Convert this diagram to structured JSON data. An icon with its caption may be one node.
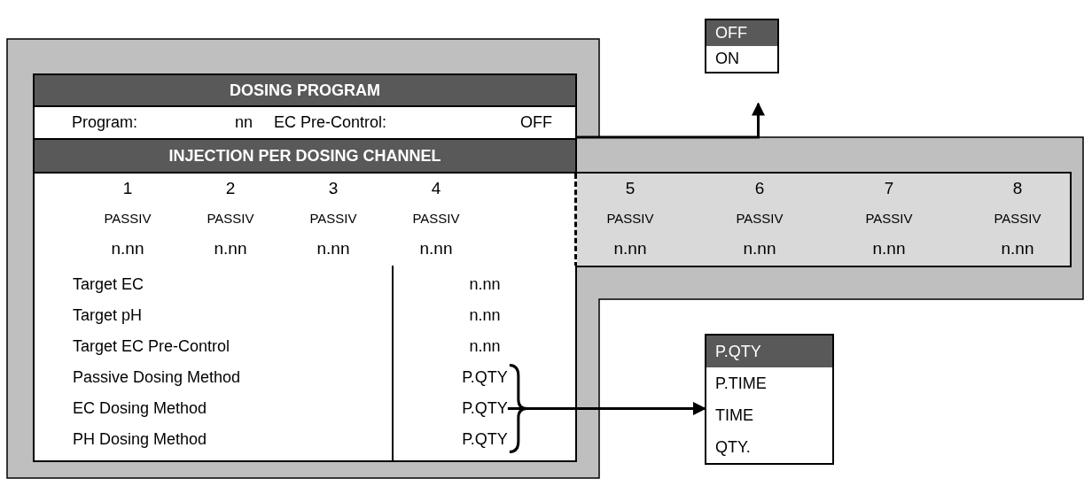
{
  "diagram": {
    "nodes": [
      {
        "text": [
          "DOSING PROGRAM"
        ]
      },
      {
        "text": [
          "Program:",
          "nn"
        ]
      },
      {
        "text": [
          "EC Pre-Control:",
          "OFF"
        ]
      },
      {
        "text": [
          "INJECTION PER DOSING CHANNEL"
        ]
      },
      {
        "text": [
          "1",
          "PASSIV",
          "n.nn"
        ]
      },
      {
        "text": [
          "2",
          "PASSIV",
          "n.nn"
        ]
      },
      {
        "text": [
          "3",
          "PASSIV",
          "n.nn"
        ]
      },
      {
        "text": [
          "4",
          "PASSIV",
          "n.nn"
        ]
      },
      {
        "text": [
          "5",
          "PASSIV",
          "n.nn"
        ]
      },
      {
        "text": [
          "6",
          "PASSIV",
          "n.nn"
        ]
      },
      {
        "text": [
          "7",
          "PASSIV",
          "n.nn"
        ]
      },
      {
        "text": [
          "8",
          "PASSIV",
          "n.nn"
        ]
      },
      {
        "text": [
          "Target EC",
          "Target pH",
          "Target EC Pre-Control",
          "Passive Dosing Method",
          "EC Dosing Method",
          "PH Dosing Method"
        ]
      },
      {
        "text": [
          "n.nn"
        ]
      },
      {
        "text": [
          "n.nn"
        ]
      },
      {
        "text": [
          "n.nn"
        ]
      },
      {
        "text": [
          "P.QTY"
        ]
      },
      {
        "text": [
          "P.QTY"
        ]
      },
      {
        "text": [
          "P.QTY"
        ]
      },
      {
        "text": [
          "OFF",
          "ON"
        ]
      },
      {
        "text": [
          "P.QTY",
          "P.TIME",
          "TIME",
          "QTY."
        ]
      }
    ],
    "edges": [
      {
        "from": 2,
        "to": 19,
        "arrow": "to"
      },
      {
        "from": 16,
        "to": 20,
        "arrow": "to"
      },
      {
        "from": 17,
        "to": 20,
        "arrow": "to"
      },
      {
        "from": 18,
        "to": 20,
        "arrow": "to"
      }
    ]
  }
}
